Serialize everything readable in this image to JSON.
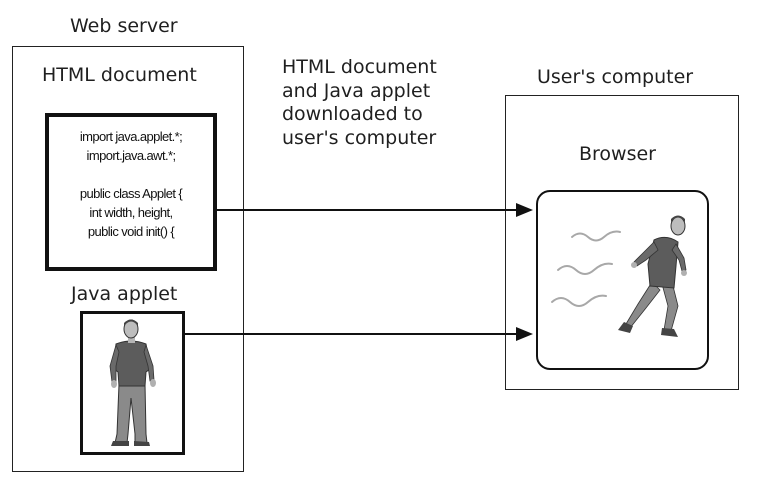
{
  "web_server": {
    "title": "Web server",
    "html_document_label": "HTML document",
    "code_lines": [
      "import java.applet.*;",
      "import.java.awt.*;",
      "",
      "public class Applet {",
      "int width, height,",
      "public void init() {"
    ],
    "applet_label": "Java applet"
  },
  "transfer_caption": [
    "HTML document",
    "and Java applet",
    "downloaded to",
    "user's computer"
  ],
  "user_computer": {
    "title": "User's computer",
    "browser_label": "Browser"
  },
  "icons": {
    "standing_figure": "standing-person-icon",
    "running_figure": "running-person-icon",
    "motion_lines": "motion-lines-icon"
  },
  "colors": {
    "figure_shirt": "#5c5c5c",
    "figure_pants": "#8a8a8a",
    "motion_lines": "#a8a8a8",
    "lines": "#111111"
  }
}
